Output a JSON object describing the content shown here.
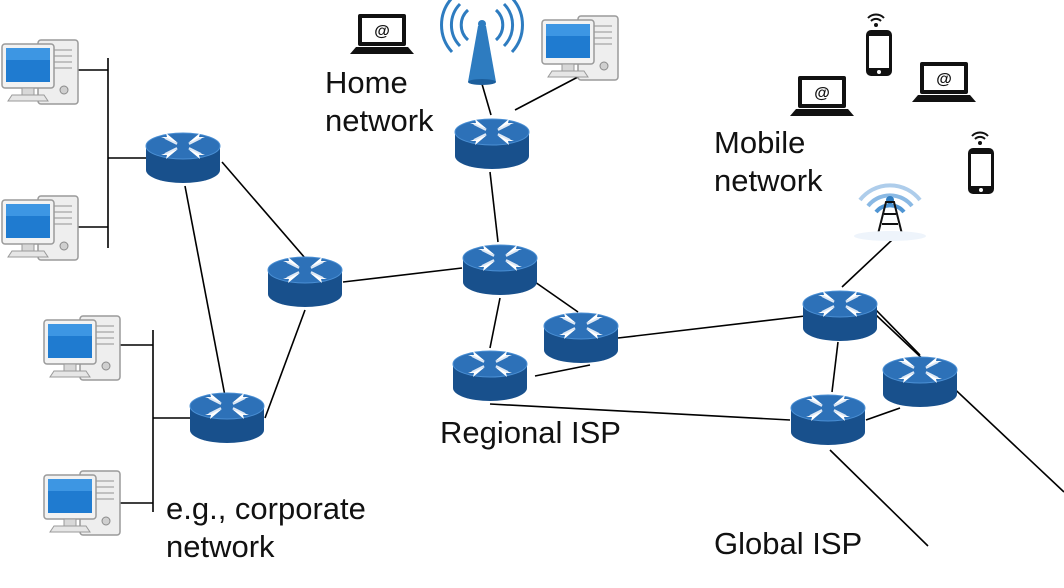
{
  "labels": {
    "home_line1": "Home",
    "home_line2": "network",
    "mobile_line1": "Mobile",
    "mobile_line2": "network",
    "regional": "Regional ISP",
    "global": "Global ISP",
    "corporate_line1": "e.g., corporate",
    "corporate_line2": "network"
  },
  "icons": {
    "laptop_glyph": "@"
  },
  "colors": {
    "router_top": "#2d71b8",
    "router_side": "#18508c",
    "router_arrows": "#ffffff",
    "link": "#000000",
    "screen": "#1f7bd0",
    "case": "#eeeeee",
    "tower_blue": "#2e7cc0"
  }
}
